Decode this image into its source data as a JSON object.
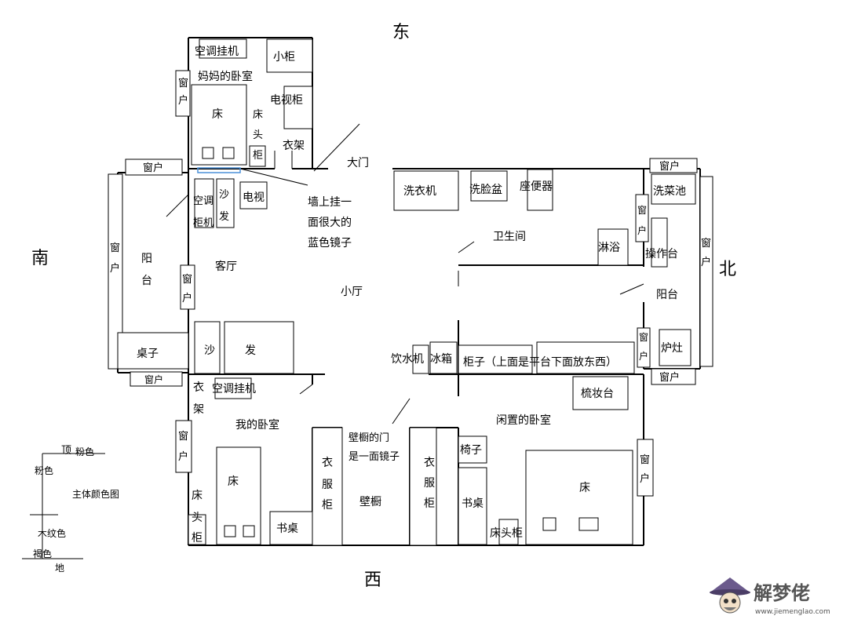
{
  "directions": {
    "east": "东",
    "west": "西",
    "south": "南",
    "north": "北"
  },
  "rooms": {
    "mom_bedroom": "妈妈的卧室",
    "living_room": "客厅",
    "small_hall": "小厅",
    "bathroom": "卫生间",
    "my_bedroom": "我的卧室",
    "idle_bedroom": "闲置的卧室",
    "south_balcony": "阳台",
    "north_balcony": "阳台"
  },
  "labels": {
    "ac_mom": "空调挂机",
    "small_cabinet": "小柜",
    "tv_cabinet": "电视柜",
    "bed_mom": "床",
    "bedside_mom": "床头柜",
    "coat_rack_mom": "衣架",
    "main_door": "大门",
    "mirror_note_1": "墙上挂一",
    "mirror_note_2": "面很大的",
    "mirror_note_3": "蓝色镜子",
    "window_south_top": "窗户",
    "window_south_left": "窗户",
    "window_living": "窗户",
    "window_mom": "窗户",
    "window_south_bottom": "窗户",
    "ac_cabinet_1": "空调",
    "ac_cabinet_2": "柜机",
    "sofa_small": "沙发",
    "tv": "电视",
    "washer": "洗衣机",
    "washbasin": "洗脸盆",
    "toilet": "座便器",
    "window_north_top": "窗户",
    "sink": "洗菜池",
    "window_kitchen": "窗户",
    "shower": "淋浴",
    "counter": "操作台",
    "window_north_right": "窗户",
    "table": "桌子",
    "sofa_big_1": "沙",
    "sofa_big_2": "发",
    "water_dispenser": "饮水机",
    "fridge": "冰箱",
    "cabinet_long": "柜子（上面是平台下面放东西）",
    "window_stove": "窗户",
    "stove": "炉灶",
    "window_north_bottom": "窗户",
    "coat_rack_mine": "衣架",
    "ac_mine": "空调挂机",
    "window_mine": "窗户",
    "bed_mine": "床",
    "bedside_mine": "床头柜",
    "desk_mine": "书桌",
    "wardrobe_left": "衣服柜",
    "closet_door_1": "壁橱的门",
    "closet_door_2": "是一面镜子",
    "closet": "壁橱",
    "wardrobe_right": "衣服柜",
    "chair": "椅子",
    "desk_idle": "书桌",
    "bedside_idle": "床头柜",
    "bed_idle": "床",
    "dresser": "梳妆台",
    "window_idle": "窗户"
  },
  "legend": {
    "title": "主体颜色图",
    "ceiling": "顶",
    "ceiling_color": "粉色",
    "wall_color": "粉色",
    "wood_color": "木纹色",
    "floor_color": "褐色",
    "floor": "地"
  },
  "watermark": {
    "brand": "解梦佬",
    "url": "www.jiemenglao.com"
  },
  "colors": {
    "line": "#000000",
    "mirror": "#4a90d9",
    "watermark": "#555555"
  }
}
